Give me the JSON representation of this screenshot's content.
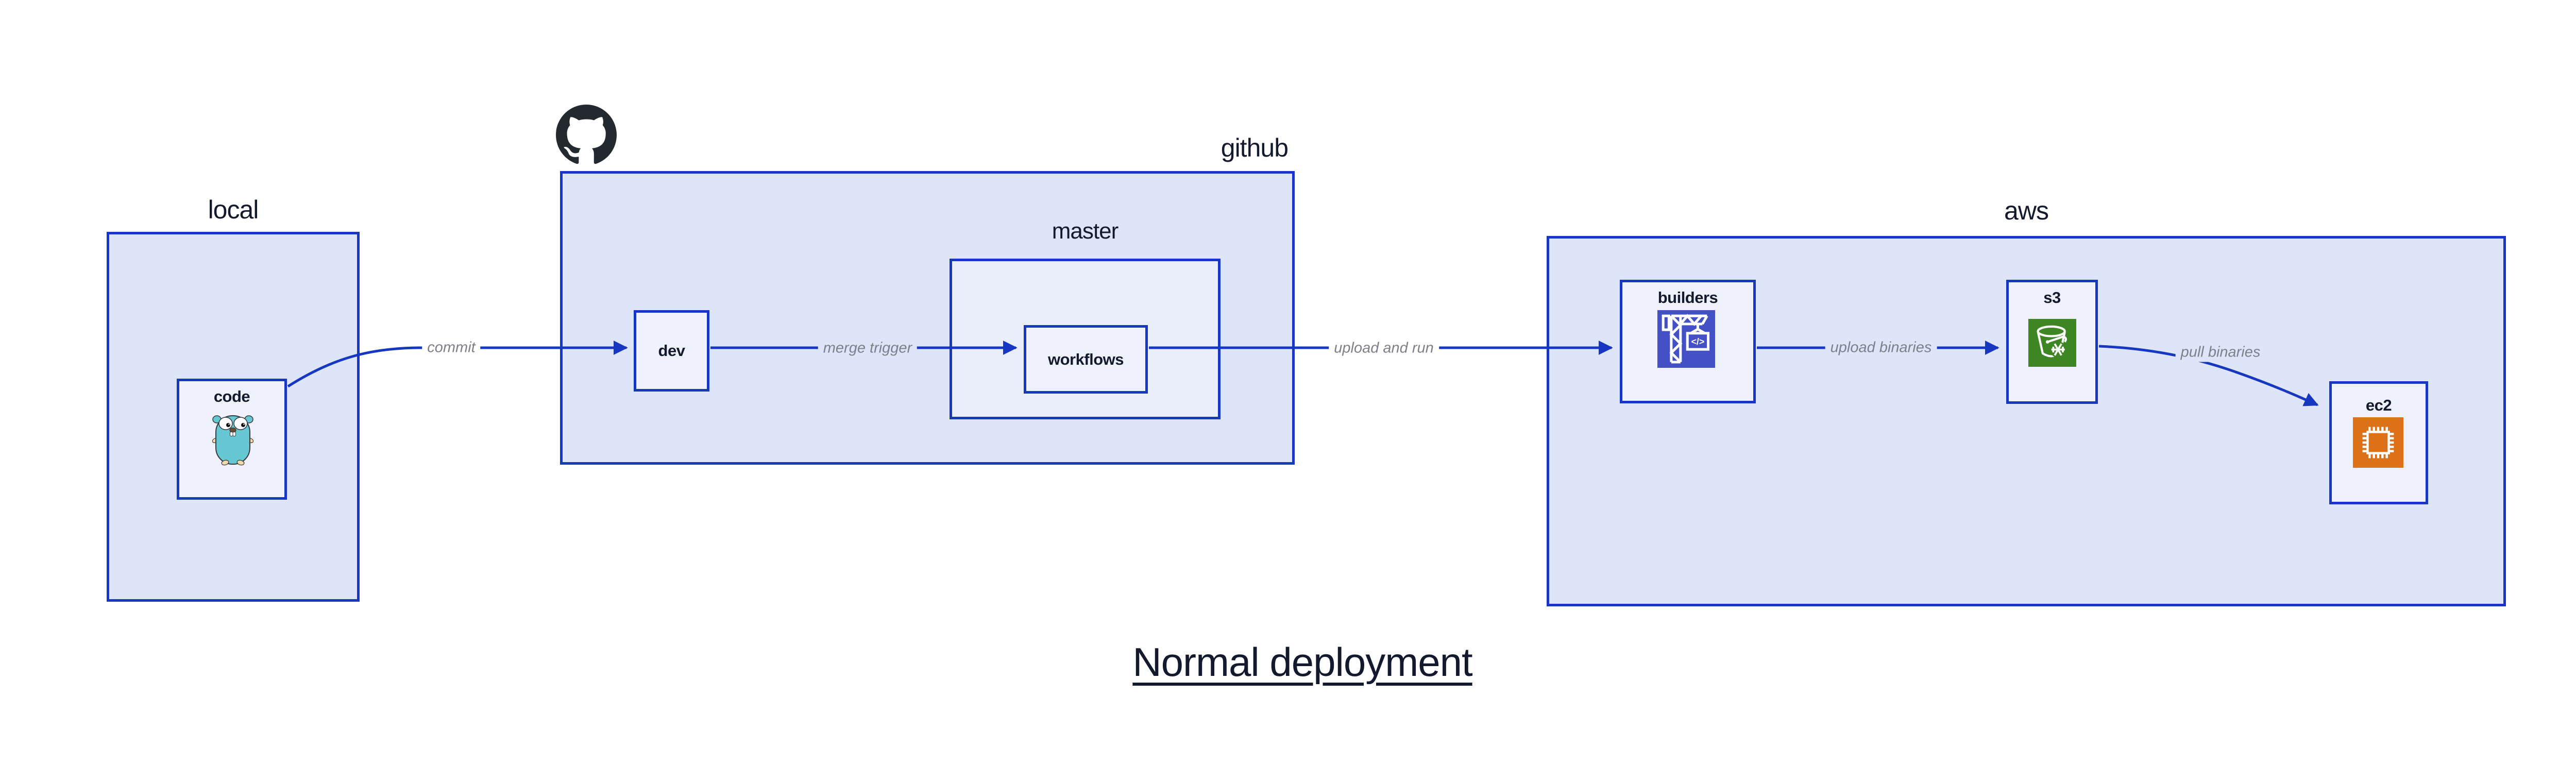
{
  "title": {
    "text": "Normal deployment"
  },
  "groups": {
    "local": {
      "label": "local"
    },
    "github": {
      "label": "github"
    },
    "master": {
      "label": "master"
    },
    "aws": {
      "label": "aws"
    }
  },
  "nodes": {
    "code": {
      "label": "code"
    },
    "dev": {
      "label": "dev"
    },
    "workflows": {
      "label": "workflows"
    },
    "builders": {
      "label": "builders"
    },
    "s3": {
      "label": "s3"
    },
    "ec2": {
      "label": "ec2"
    }
  },
  "edges": {
    "commit": {
      "label": "commit"
    },
    "merge_trigger": {
      "label": "merge trigger"
    },
    "upload_and_run": {
      "label": "upload and run"
    },
    "upload_binaries": {
      "label": "upload binaries"
    },
    "pull_binaries": {
      "label": "pull binaries"
    }
  },
  "icons": {
    "octocat": "github-octocat",
    "gopher": "go-gopher-mascot",
    "builders": "aws-codebuild-crane",
    "s3": "aws-s3-glacier-bucket",
    "ec2": "aws-ec2-chip"
  },
  "builders_code_glyph": "</>",
  "colors": {
    "stroke": "#1637c1",
    "group_fill": "#dfe5f8",
    "master_fill": "#eaeefb",
    "node_fill": "#eff2fc",
    "label_dark": "#141a2e",
    "edge_gray": "#7d808a",
    "builders_bg": "#4350c6",
    "s3_bg": "#3e8524",
    "ec2_bg": "#dd7118",
    "gopher_teal": "#65c7d2",
    "octocat_black": "#24292f"
  }
}
